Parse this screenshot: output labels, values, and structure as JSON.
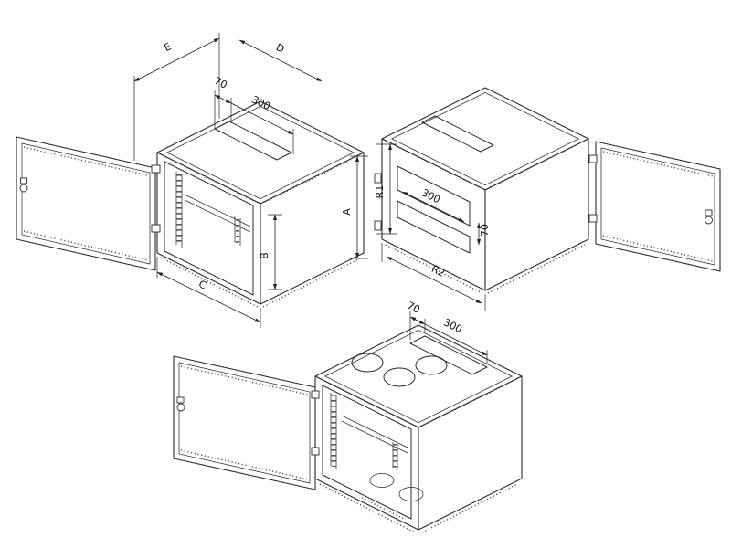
{
  "drawing": {
    "background_color": "#ffffff",
    "line_color": "#2b2b2b",
    "views": {
      "front_left": {
        "label": "front-left-axonometric-view",
        "dims": {
          "e": "E",
          "d": "D",
          "slot_width": "70",
          "slot_length": "300",
          "a": "A",
          "b": "B",
          "c": "C"
        }
      },
      "rear_right": {
        "label": "rear-right-axonometric-view",
        "dims": {
          "r1": "R1",
          "r2": "R2",
          "cutout_length": "300",
          "cutout_gap": "70"
        }
      },
      "top_entry": {
        "label": "top-entry-axonometric-view",
        "dims": {
          "slot_width": "70",
          "slot_length": "300"
        }
      }
    }
  }
}
